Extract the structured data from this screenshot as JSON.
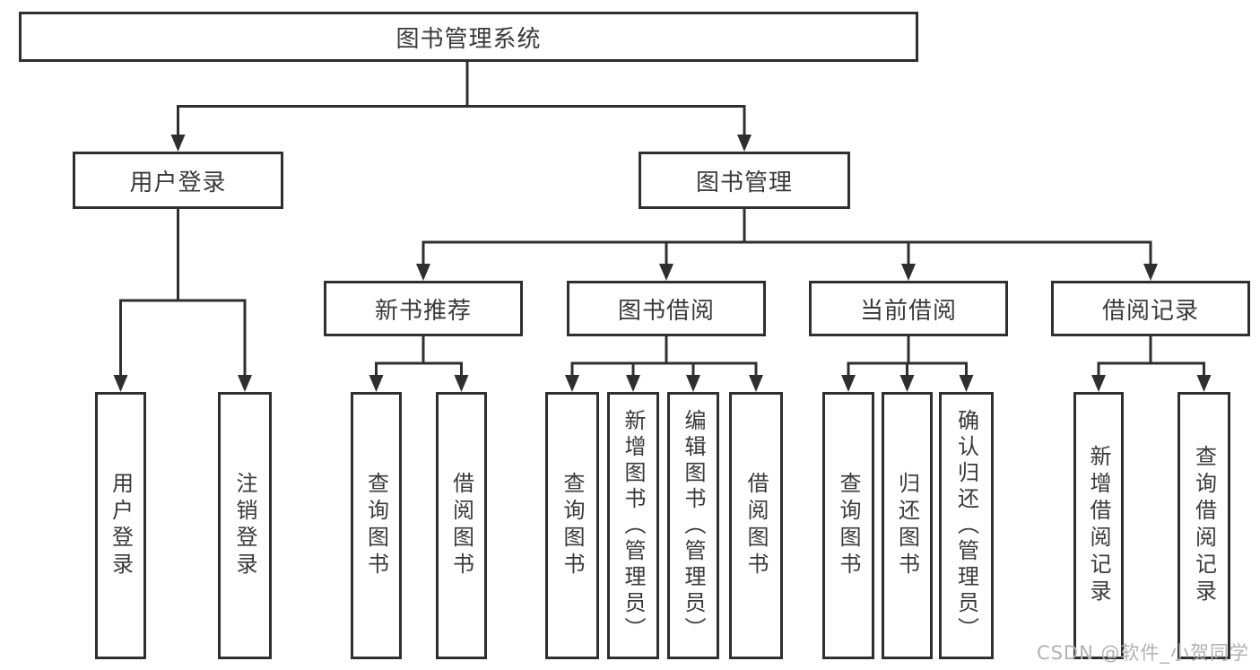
{
  "root": {
    "label": "图书管理系统"
  },
  "level2": {
    "user_login": {
      "label": "用户登录"
    },
    "book_management": {
      "label": "图书管理"
    }
  },
  "user_login_children": {
    "login": "用户登录",
    "logout": "注销登录"
  },
  "modules": {
    "new_books": {
      "label": "新书推荐",
      "children": {
        "query_books": "查询图书",
        "borrow_books": "借阅图书"
      }
    },
    "book_borrowing": {
      "label": "图书借阅",
      "children": {
        "query_books": "查询图书",
        "add_books": "新增图书（管理员）",
        "edit_books": "编辑图书（管理员）",
        "borrow_books": "借阅图书"
      }
    },
    "current_borrowing": {
      "label": "当前借阅",
      "children": {
        "query_books": "查询图书",
        "return_books": "归还图书",
        "confirm_return": "确认归还（管理员）"
      }
    },
    "borrowing_records": {
      "label": "借阅记录",
      "children": {
        "add_record": "新增借阅记录",
        "query_record": "查询借阅记录"
      }
    }
  },
  "watermark": "CSDN @软件_小贺同学",
  "colors": {
    "line": "#2f2f2f",
    "text": "#3a3a3a",
    "watermark": "#b2b2b2",
    "background": "#ffffff"
  }
}
